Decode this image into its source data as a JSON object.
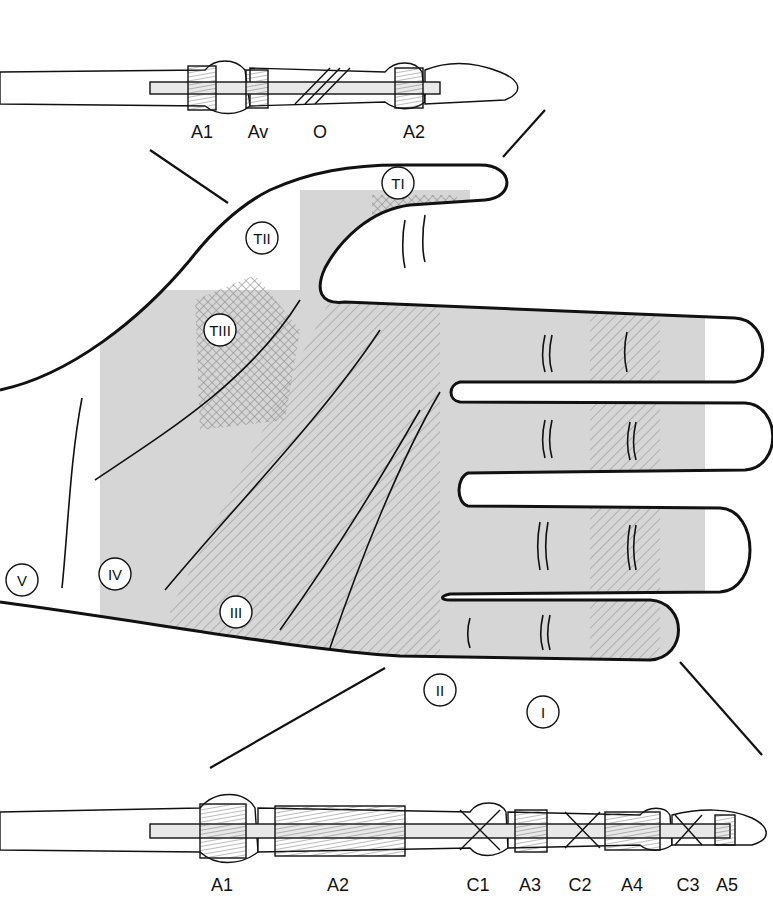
{
  "diagram": {
    "nodes": [
      {
        "text": [
          "TI"
        ]
      },
      {
        "text": [
          "TII"
        ]
      },
      {
        "text": [
          "TIII"
        ]
      },
      {
        "text": [
          "V"
        ]
      },
      {
        "text": [
          "IV"
        ]
      },
      {
        "text": [
          "III"
        ]
      },
      {
        "text": [
          "II"
        ]
      },
      {
        "text": [
          "I"
        ]
      }
    ],
    "labels": [
      "A1",
      "Av",
      "O",
      "A2",
      "A1",
      "A2",
      "C1",
      "A3",
      "C2",
      "A4",
      "C3",
      "A5"
    ]
  }
}
